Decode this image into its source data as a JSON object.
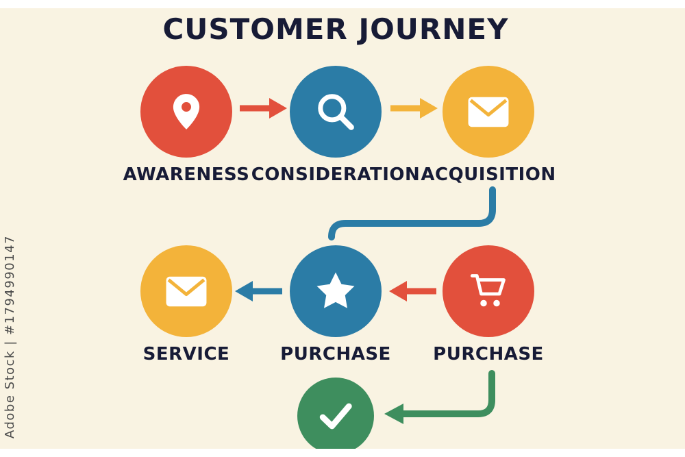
{
  "title": "CUSTOMER JOURNEY",
  "watermark": "Adobe Stock | #1794990147",
  "colors": {
    "background": "#f9f3e2",
    "red": "#e2503c",
    "blue": "#2b7ca6",
    "yellow": "#f3b33a",
    "green": "#3e8e5e",
    "text": "#171b36",
    "icon": "#ffffff"
  },
  "stages": {
    "awareness": {
      "label": "AWARENESS",
      "icon": "location-pin-icon",
      "color": "#e2503c"
    },
    "consideration": {
      "label": "CONSIDERATION",
      "icon": "search-icon",
      "color": "#2b7ca6"
    },
    "acquisition": {
      "label": "ACQUISITION",
      "icon": "envelope-icon",
      "color": "#f3b33a"
    },
    "service": {
      "label": "SERVICE",
      "icon": "envelope-icon",
      "color": "#f3b33a"
    },
    "purchase_rating": {
      "label": "PURCHASE",
      "icon": "star-icon",
      "color": "#2b7ca6"
    },
    "purchase_cart": {
      "label": "PURCHASE",
      "icon": "cart-icon",
      "color": "#e2503c"
    },
    "completion": {
      "icon": "check-icon",
      "color": "#3e8e5e"
    }
  },
  "flow": {
    "arrow_awareness_to_consideration": "right",
    "arrow_consideration_to_acquisition": "right",
    "connector_acquisition_to_purchase": "elbow-down-left",
    "arrow_cart_to_purchase": "left",
    "arrow_purchase_to_service": "left",
    "connector_purchase_to_completion": "elbow-down-left-arrow"
  }
}
